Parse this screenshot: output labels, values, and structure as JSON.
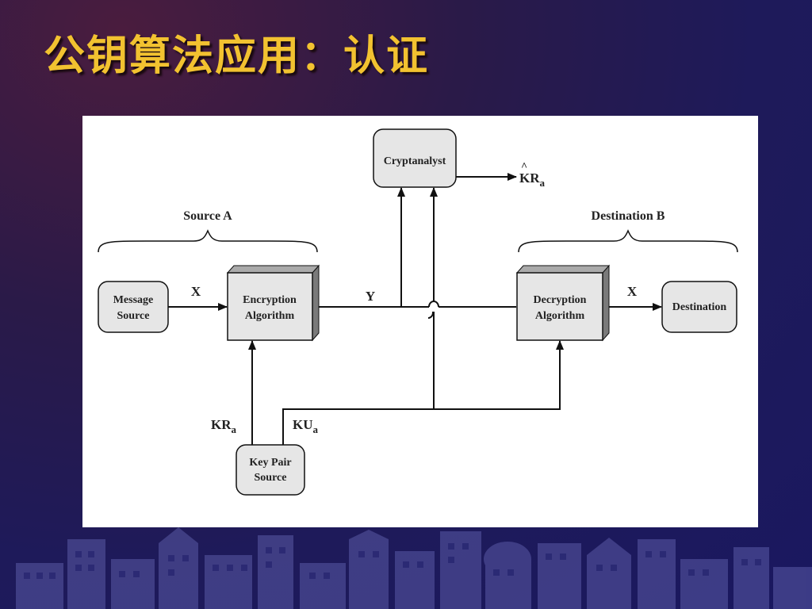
{
  "title": "公钥算法应用：认证",
  "diagram": {
    "source_group_label": "Source A",
    "destination_group_label": "Destination B",
    "message_source": [
      "Message",
      "Source"
    ],
    "encryption": [
      "Encryption",
      "Algorithm"
    ],
    "decryption": [
      "Decryption",
      "Algorithm"
    ],
    "destination": "Destination",
    "cryptanalyst": "Cryptanalyst",
    "key_pair_source": [
      "Key Pair",
      "Source"
    ],
    "label_x_in": "X",
    "label_y": "Y",
    "label_x_out": "X",
    "private_key": {
      "base": "KR",
      "sub": "a"
    },
    "public_key": {
      "base": "KU",
      "sub": "a"
    },
    "estimate": {
      "hat": "^",
      "base": "KR",
      "sub": "a"
    }
  },
  "colors": {
    "title": "#f2c230",
    "box_fill": "#e6e6e6",
    "shadow": "#7a7a7a",
    "line": "#111111"
  }
}
